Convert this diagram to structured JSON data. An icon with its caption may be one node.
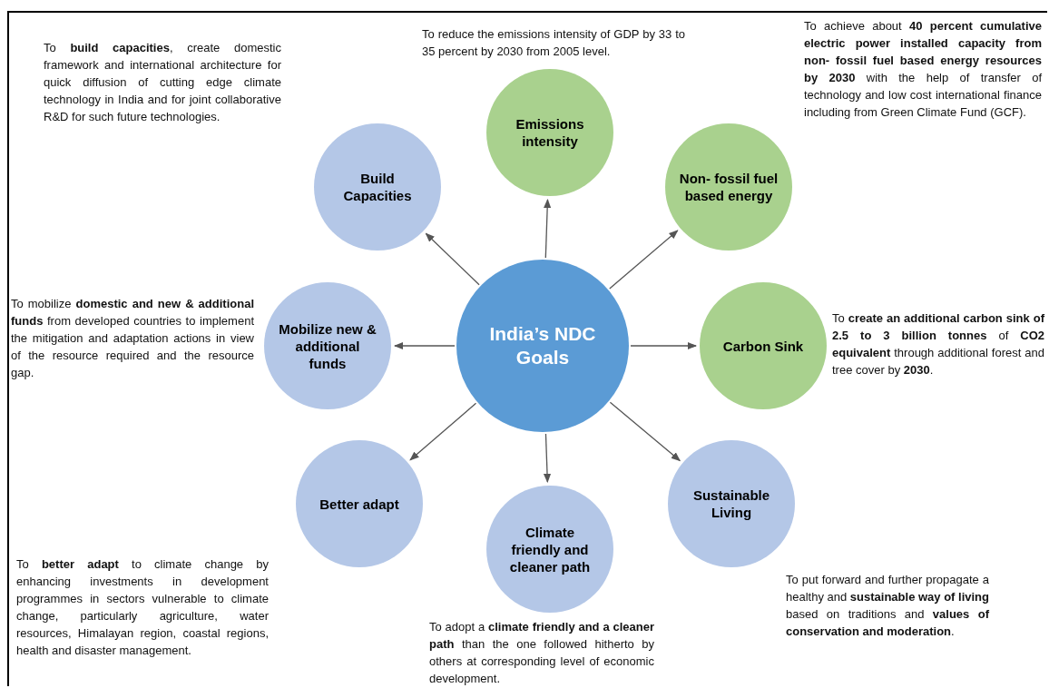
{
  "diagram": {
    "nodes": [
      {
        "text": [
          "India’s NDC Goals"
        ]
      },
      {
        "text": [
          "Emissions intensity"
        ],
        "beside": [
          "To reduce the emissions intensity of GDP by 33 to 35 percent by 2030 from 2005 level."
        ]
      },
      {
        "text": [
          "Non- fossil fuel based energy"
        ],
        "beside": [
          "To achieve about **40 percent cumulative electric power installed capacity from non- fossil fuel based energy resources by 2030** with the help of transfer of technology and low cost international finance including from Green Climate Fund (GCF)."
        ]
      },
      {
        "text": [
          "Carbon Sink"
        ],
        "beside": [
          "To **create an additional carbon sink of 2.5 to 3 billion tonnes** of **CO2 equivalent** through additional forest and tree cover by **2030**."
        ]
      },
      {
        "text": [
          "Sustainable Living"
        ],
        "beside": [
          "To put forward and further propagate a healthy and **sustainable way of living** based on traditions and **values of conservation and moderation**."
        ]
      },
      {
        "text": [
          "Climate friendly and cleaner path"
        ],
        "beside": [
          "To adopt a **climate friendly and a cleaner path** than the one followed hitherto by others at corresponding level of economic development."
        ]
      },
      {
        "text": [
          "Better adapt"
        ],
        "beside": [
          "To **better adapt** to climate change by enhancing investments in development programmes in sectors vulnerable to climate change, particularly agriculture, water resources, Himalayan region, coastal regions, health and disaster management."
        ]
      },
      {
        "text": [
          "Mobilize new & additional funds"
        ],
        "beside": [
          "To mobilize **domestic and new & additional funds** from developed countries to implement the mitigation and adaptation actions in view of the resource required and the resource gap."
        ]
      },
      {
        "text": [
          "Build Capacities"
        ],
        "beside": [
          "To **build capacities**, create domestic framework and international architecture for quick diffusion of cutting edge climate technology in India and for joint collaborative R&D for such future technologies."
        ]
      }
    ],
    "edges": [
      {
        "from": 0,
        "to": 1,
        "arrow": "to"
      },
      {
        "from": 0,
        "to": 2,
        "arrow": "to"
      },
      {
        "from": 0,
        "to": 3,
        "arrow": "to"
      },
      {
        "from": 0,
        "to": 4,
        "arrow": "to"
      },
      {
        "from": 0,
        "to": 5,
        "arrow": "to"
      },
      {
        "from": 0,
        "to": 6,
        "arrow": "to"
      },
      {
        "from": 0,
        "to": 7,
        "arrow": "to"
      },
      {
        "from": 0,
        "to": 8,
        "arrow": "to"
      }
    ]
  }
}
